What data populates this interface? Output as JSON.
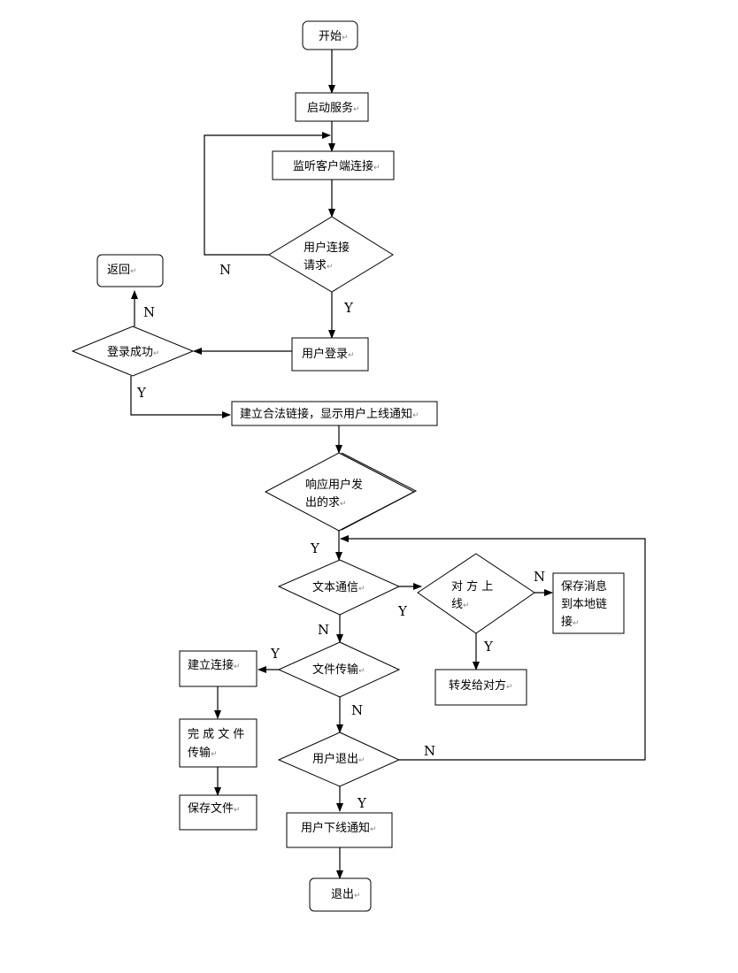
{
  "diagram": {
    "type": "flowchart",
    "pilcrow": "↵",
    "nodes": {
      "start": {
        "shape": "terminal",
        "text": "开始"
      },
      "start_service": {
        "shape": "process",
        "text": "启动服务"
      },
      "listen": {
        "shape": "process",
        "text": "监听客户端连接"
      },
      "conn_request": {
        "shape": "decision",
        "lines": [
          "用户连接",
          "请求"
        ]
      },
      "user_login": {
        "shape": "process",
        "text": "用户登录"
      },
      "login_success": {
        "shape": "decision",
        "text": "登录成功"
      },
      "return": {
        "shape": "terminal",
        "text": "返回"
      },
      "establish_link": {
        "shape": "process",
        "text": "建立合法链接，显示用户上线通知"
      },
      "respond_request": {
        "shape": "decision",
        "lines": [
          "响应用户发",
          "出的求"
        ]
      },
      "text_comm": {
        "shape": "decision",
        "text": "文本通信"
      },
      "peer_online": {
        "shape": "decision",
        "lines": [
          "对 方 上",
          "线"
        ]
      },
      "save_message": {
        "shape": "process",
        "lines": [
          "保存消息",
          "到本地链",
          "接"
        ]
      },
      "forward": {
        "shape": "process",
        "text": "转发给对方"
      },
      "file_transfer": {
        "shape": "decision",
        "text": "文件传输"
      },
      "build_conn": {
        "shape": "process",
        "text": "建立连接"
      },
      "finish_transfer": {
        "shape": "process",
        "lines": [
          "完 成 文 件",
          "传输"
        ]
      },
      "save_file": {
        "shape": "process",
        "text": "保存文件"
      },
      "user_exit": {
        "shape": "decision",
        "text": "用户退出"
      },
      "offline_notice": {
        "shape": "process",
        "text": "用户下线通知"
      },
      "exit": {
        "shape": "terminal",
        "text": "退出"
      }
    },
    "edge_labels": {
      "conn_request_no": "N",
      "conn_request_yes": "Y",
      "login_no": "N",
      "login_yes": "Y",
      "respond_yes": "Y",
      "text_comm_yes": "Y",
      "text_comm_no": "N",
      "peer_online_no": "N",
      "peer_online_yes": "Y",
      "file_transfer_yes": "Y",
      "file_transfer_no": "N",
      "user_exit_no": "N",
      "user_exit_yes": "Y"
    },
    "edges": [
      [
        "start",
        "start_service"
      ],
      [
        "start_service",
        "listen"
      ],
      [
        "listen",
        "conn_request"
      ],
      [
        "conn_request",
        "listen",
        "N"
      ],
      [
        "conn_request",
        "user_login",
        "Y"
      ],
      [
        "user_login",
        "login_success"
      ],
      [
        "login_success",
        "return",
        "N"
      ],
      [
        "login_success",
        "establish_link",
        "Y"
      ],
      [
        "establish_link",
        "respond_request"
      ],
      [
        "respond_request",
        "text_comm",
        "Y"
      ],
      [
        "text_comm",
        "peer_online",
        "Y"
      ],
      [
        "peer_online",
        "save_message",
        "N"
      ],
      [
        "peer_online",
        "forward",
        "Y"
      ],
      [
        "text_comm",
        "file_transfer",
        "N"
      ],
      [
        "file_transfer",
        "build_conn",
        "Y"
      ],
      [
        "build_conn",
        "finish_transfer"
      ],
      [
        "finish_transfer",
        "save_file"
      ],
      [
        "file_transfer",
        "user_exit",
        "N"
      ],
      [
        "user_exit",
        "text_comm",
        "N"
      ],
      [
        "user_exit",
        "offline_notice",
        "Y"
      ],
      [
        "offline_notice",
        "exit"
      ]
    ]
  }
}
